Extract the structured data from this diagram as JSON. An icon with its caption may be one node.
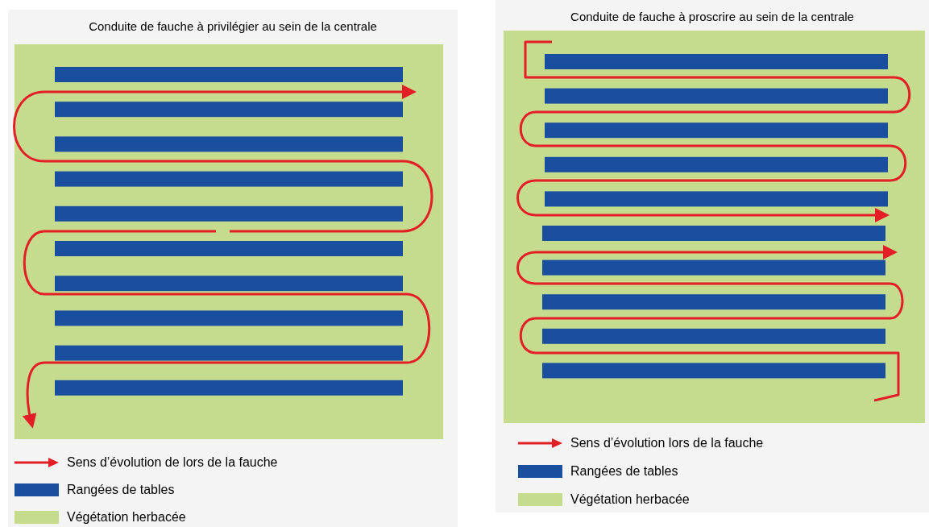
{
  "diagram": {
    "nodes": [
      {
        "text": [
          "Conduite de fauche à privilégier au sein de la centrale"
        ]
      },
      {
        "text": [
          "Conduite de fauche à proscrire au sein de la centrale"
        ]
      }
    ],
    "legend": [
      {
        "text": "Sens d’évolution de lors de la fauche"
      },
      {
        "text": "Rangées de tables",
        "color": "#1a4fa0"
      },
      {
        "text": "Végétation herbacée",
        "color": "#c5dc8e"
      },
      {
        "text": "Sens d’évolution lors de la fauche"
      },
      {
        "text": "Rangées de tables",
        "color": "#1a4fa0"
      },
      {
        "text": "Végétation herbacée",
        "color": "#c5dc8e"
      }
    ]
  }
}
